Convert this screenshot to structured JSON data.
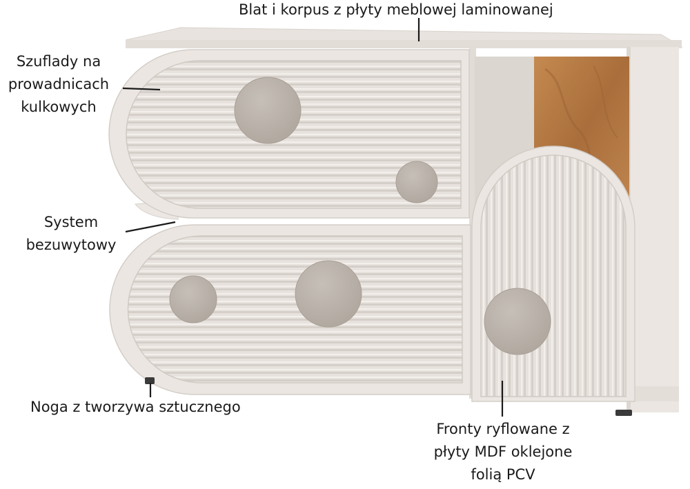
{
  "annotations": {
    "top_board": "Blat i korpus z płyty meblowej laminowanej",
    "drawers": [
      "Szuflady na",
      "prowadnicach",
      "kulkowych"
    ],
    "handleless": [
      "System",
      "bezuwytowy"
    ],
    "leg": "Noga z tworzywa sztucznego",
    "fronts": [
      "Fronty ryflowane z",
      "płyty MDF oklejone",
      "folią PCV"
    ]
  },
  "colors": {
    "body": "#e9e4df",
    "front": "#e6e1dc",
    "knob": "#bdb6ae",
    "wood": "#b57a44",
    "leader": "#1a1a1a"
  }
}
